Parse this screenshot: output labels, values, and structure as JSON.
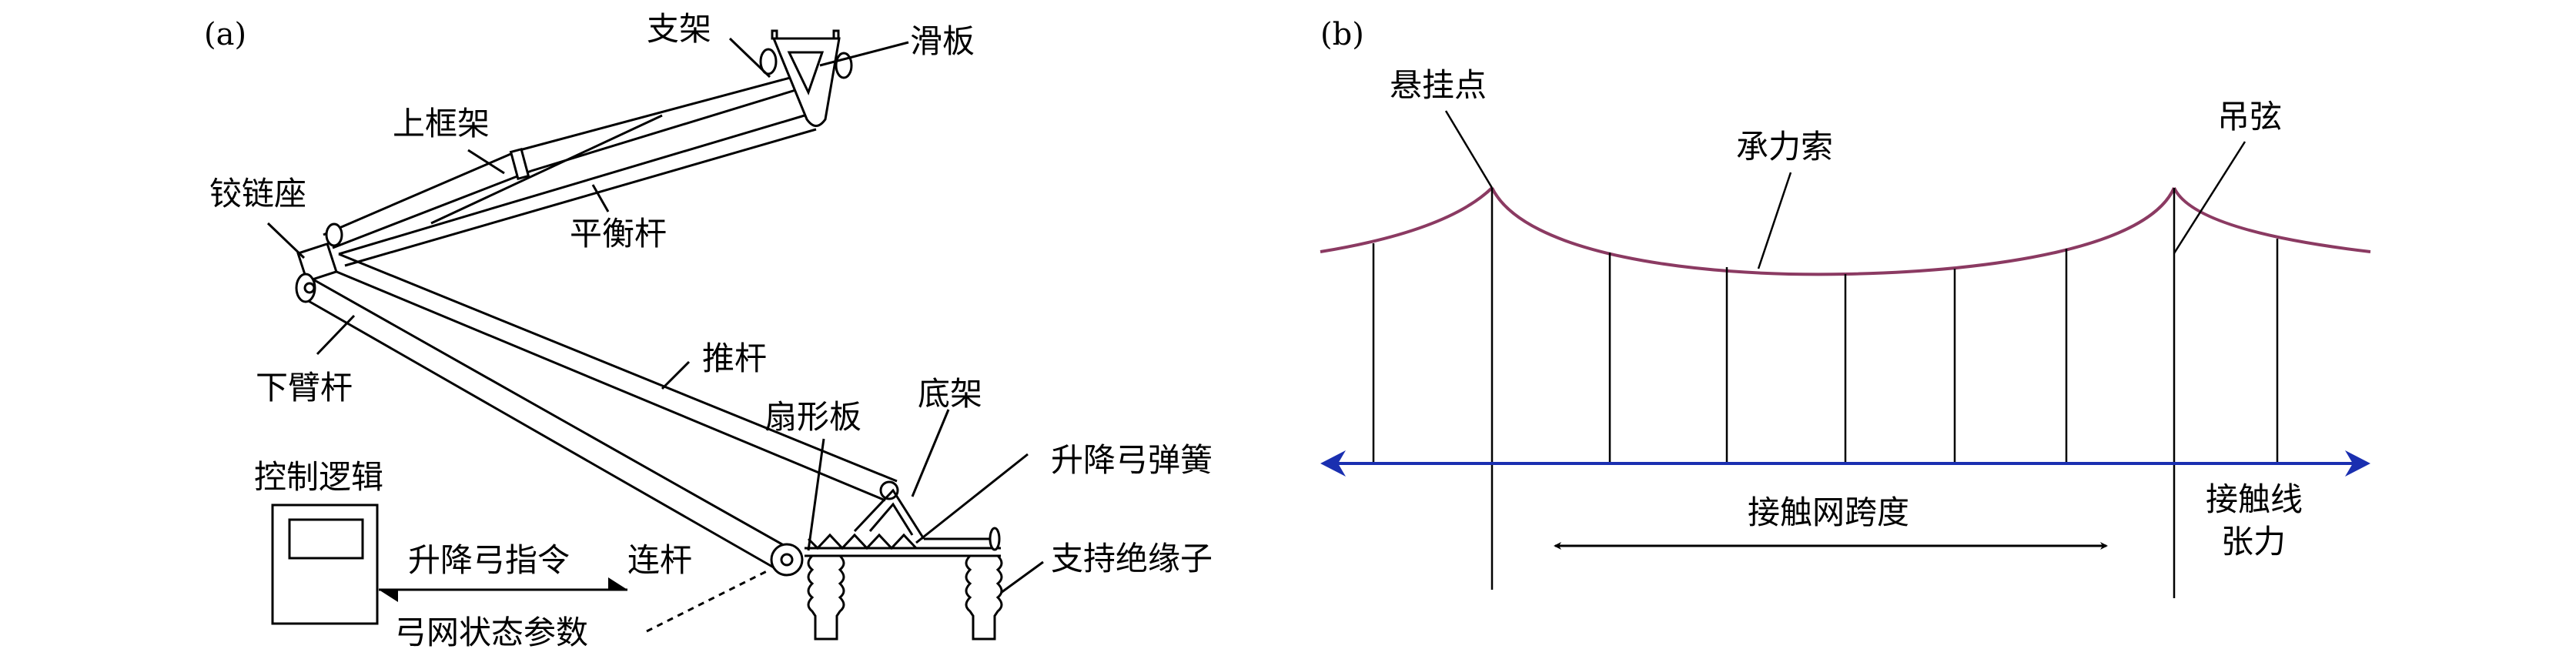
{
  "panel_a": {
    "tag": "(a)",
    "labels": {
      "bracket": "支架",
      "slide_plate": "滑板",
      "upper_frame": "上框架",
      "hinge_base": "铰链座",
      "balance_rod": "平衡杆",
      "lower_arm": "下臂杆",
      "push_rod": "推杆",
      "sector_plate": "扇形板",
      "base_frame": "底架",
      "pantograph_spring": "升降弓弹簧",
      "support_insulator": "支持绝缘子",
      "control_logic": "控制逻辑",
      "pantograph_command": "升降弓指令",
      "link_rod": "连杆",
      "pc_state_params": "弓网状态参数"
    }
  },
  "panel_b": {
    "tag": "(b)",
    "labels": {
      "suspension_point": "悬挂点",
      "messenger_wire": "承力索",
      "dropper": "吊弦",
      "catenary_span": "接触网跨度",
      "contact_wire_tension_1": "接触线",
      "contact_wire_tension_2": "张力"
    },
    "colors": {
      "messenger_wire": "#8b3a62",
      "contact_wire": "#1a2fb0"
    }
  }
}
